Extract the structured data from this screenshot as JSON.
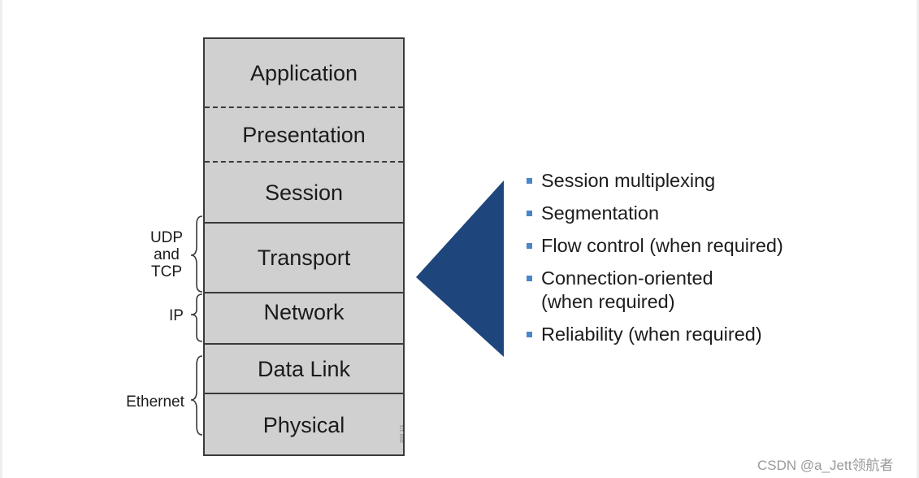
{
  "layers": [
    "Application",
    "Presentation",
    "Session",
    "Transport",
    "Network",
    "Data Link",
    "Physical"
  ],
  "protocols": {
    "transport": "UDP\nand\nTCP",
    "network": "IP",
    "datalink": "Ethernet"
  },
  "bullets": [
    "Session multiplexing",
    "Segmentation",
    "Flow control (when required)",
    "Connection-oriented\n(when required)",
    "Reliability (when required)"
  ],
  "figure_code": "3019_171",
  "watermark": "CSDN @a_Jett领航者",
  "colors": {
    "layer_fill": "#d0d0d0",
    "triangle": "#1f467c",
    "bullet": "#4a86c8",
    "border": "#3a3a3a"
  }
}
